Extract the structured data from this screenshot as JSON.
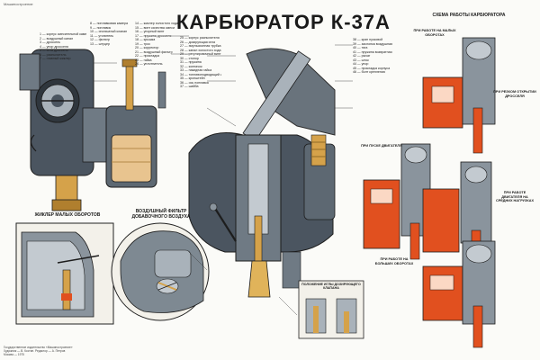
{
  "header_small": "Машиностроение",
  "title": "КАРБЮРАТОР К-37А",
  "sections": {
    "idle_system": "ЖИКЛЕР МАЛЫХ ОБОРОТОВ",
    "air_filter": "ВОЗДУШНЫЙ ФИЛЬТР ДОБАВОЧНОГО ВОЗДУХА",
    "scheme": "СХЕМА РАБОТЫ КАРБЮРАТОРА",
    "mode_idle": "ПРИ РАБОТЕ НА МАЛЫХ ОБОРОТАХ",
    "mode_start": "ПРИ ПУСКЕ ДВИГАТЕЛЯ",
    "mode_medium": "ПРИ РАБОТЕ ДВИГАТЕЛЯ НА СРЕДНИХ НАГРУЗКАХ",
    "mode_full": "ПРИ РАБОТЕ НА БОЛЬШИХ ОБОРОТАХ",
    "mode_accel": "ПРИ РЕЗКОМ ОТКРЫТИИ ДРОССЕЛЯ",
    "bottom_inset": "ПОЛОЖЕНИЕ ИГЛЫ ДОЗИРУЮЩЕГО КЛАПАНА"
  },
  "legend_left": [
    "1 — корпус смесительной камеры",
    "2 — воздушный канал",
    "3 — дроссель",
    "4 — упор дросселя",
    "5 — игла дросселя",
    "6 — распылитель",
    "7 — главный жиклер",
    "8 — поплавковая камера",
    "9 — поплавок",
    "10 — игольчатый клапан",
    "11 — утопитель",
    "12 — фильтр",
    "13 — штуцер"
  ],
  "legend_mid": [
    "14 — жиклер холостого хода",
    "15 — винт качества смеси",
    "16 — упорный винт",
    "17 — пружина дросселя",
    "18 — крышка",
    "19 — трос",
    "20 — корректор",
    "21 — воздушный фильтр",
    "22 — прокладка",
    "23 — гайка",
    "24 — уплотнитель"
  ],
  "legend_center": [
    "25 — корпус распылителя",
    "26 — дозирующая игла",
    "27 — эмульсионная трубка",
    "28 — канал холостого хода",
    "29 — регулировочный винт",
    "30 — стопор",
    "31 — пружина",
    "32 — колпачок",
    "33 — накидная гайка",
    "34 — топливоподводящий штуцер",
    "35 — кронштейн",
    "36 — ось поплавка",
    "37 — шайба"
  ],
  "legend_right": [
    "38 — кран пусковой",
    "39 — заслонка воздушная",
    "40 — тяга",
    "41 — пружина возвратная",
    "42 — рычаг",
    "43 — шток",
    "44 — упор",
    "45 — прокладка корпуса",
    "46 — болт крепления"
  ],
  "footer": [
    "Государственное издательство «Машиностроение»",
    "Художник — В. Костин. Редактор — А. Петров",
    "Москва — 1975"
  ],
  "colors": {
    "metal_dark": "#4b5560",
    "metal_mid": "#6f7a84",
    "metal_light": "#a9b2ba",
    "fuel_orange": "#e1501f",
    "brass": "#d5a24a",
    "tan_float": "#e8c48f",
    "outline": "#1d1d1d",
    "panel_border": "#222222"
  }
}
